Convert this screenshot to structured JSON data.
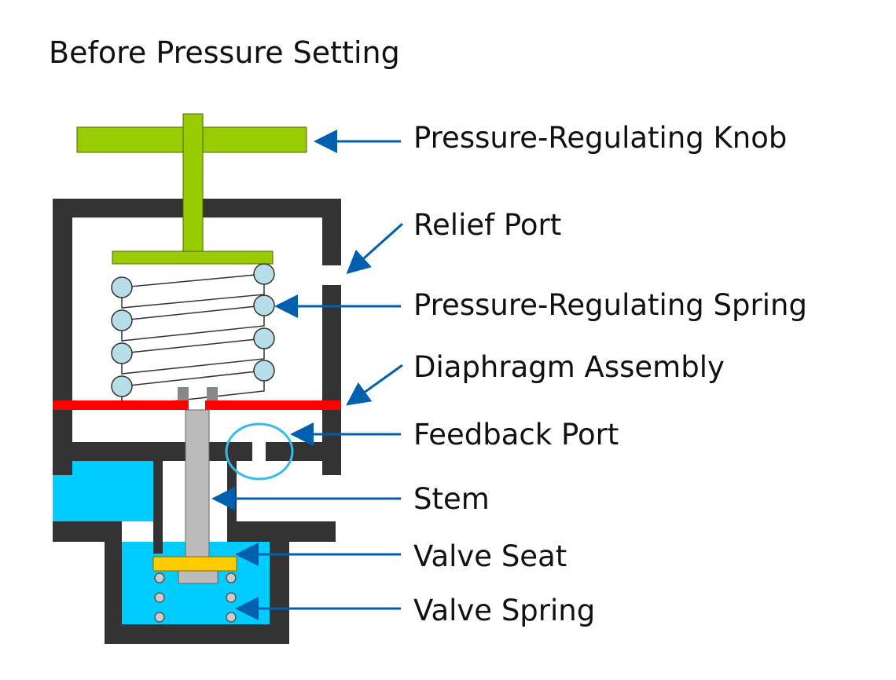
{
  "title": "Before Pressure Setting",
  "labels": {
    "knob": "Pressure-Regulating Knob",
    "relief_port": "Relief Port",
    "regulating_spring": "Pressure-Regulating Spring",
    "diaphragm": "Diaphragm Assembly",
    "feedback_port": "Feedback Port",
    "stem": "Stem",
    "valve_seat": "Valve Seat",
    "valve_spring": "Valve Spring"
  },
  "colors": {
    "body": "#333333",
    "knob": "#99cc00",
    "diaphragm": "#ff0000",
    "fluid": "#00ccff",
    "valve_seat": "#ffcc00",
    "stem": "#bbbbbb",
    "spring_coil": "#b7dde8",
    "arrow": "#0060b0",
    "highlight_ring": "#33bbee"
  }
}
